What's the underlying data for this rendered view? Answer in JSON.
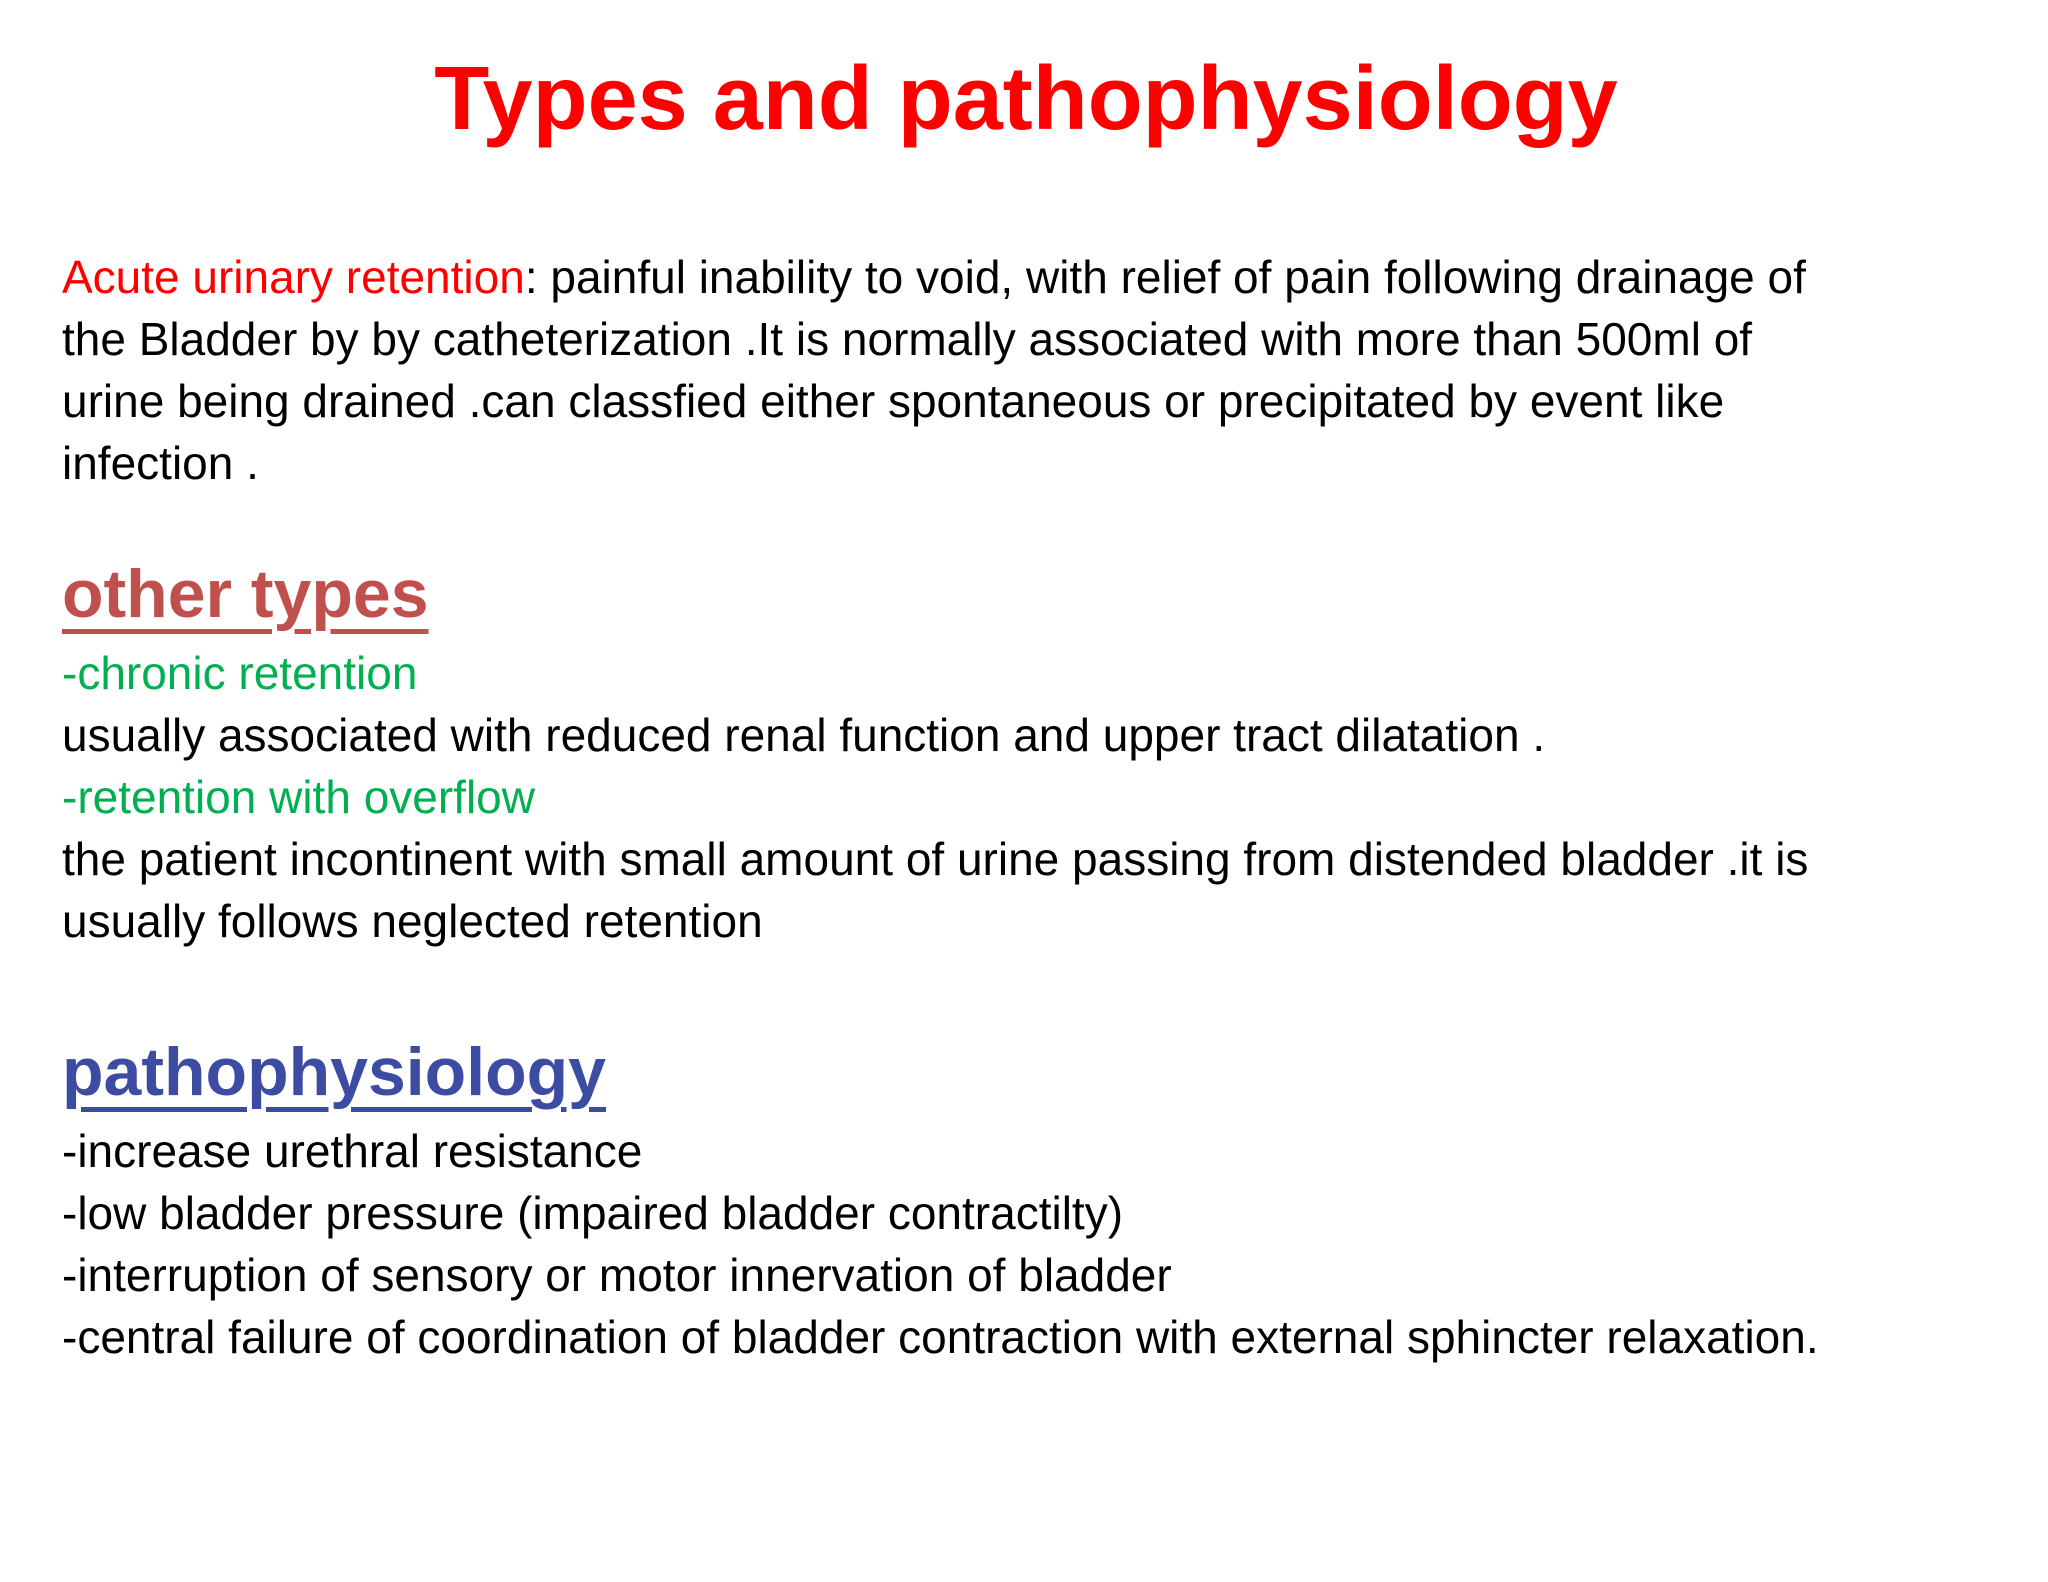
{
  "slide": {
    "title": "Types and pathophysiology",
    "colors": {
      "background": "#ffffff",
      "title_red": "#ff0000",
      "lead_red": "#ff0000",
      "body_black": "#000000",
      "other_types_heading": "#c0504d",
      "green_items": "#00b050",
      "pathophysiology_heading": "#3d4ca3"
    },
    "intro": {
      "lead": "Acute urinary retention",
      "lead_rest": ": painful inability to void, with relief of pain following drainage of",
      "lines": [
        "the Bladder by by catheterization .It is normally associated with more than 500ml of",
        "urine being drained .can classfied either spontaneous or precipitated by event like",
        "infection ."
      ]
    },
    "other_types": {
      "heading": "other types",
      "items": [
        {
          "text": "-chronic retention",
          "color": "green"
        },
        {
          "text": "usually associated with reduced renal function and upper tract dilatation .",
          "color": "black"
        },
        {
          "text": "-retention with overflow",
          "color": "green"
        },
        {
          "text": "the patient incontinent with small amount of urine passing from distended bladder .it is",
          "color": "black"
        },
        {
          "text": "usually follows neglected retention",
          "color": "black"
        }
      ]
    },
    "pathophysiology": {
      "heading": "pathophysiology",
      "items": [
        "-increase urethral resistance",
        "-low bladder pressure (impaired bladder contractilty)",
        "-interruption of sensory or motor innervation of bladder",
        "-central failure of coordination of bladder contraction with external sphincter relaxation."
      ]
    }
  }
}
